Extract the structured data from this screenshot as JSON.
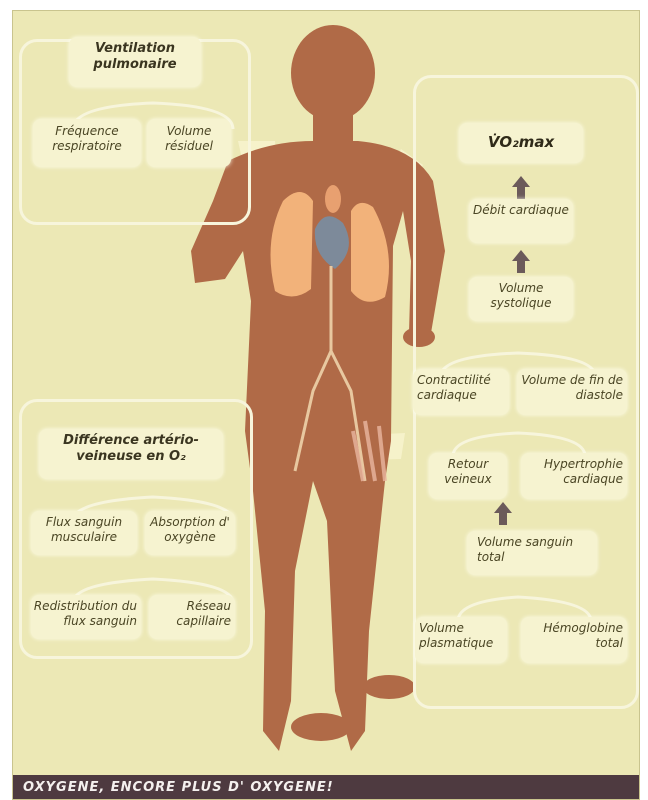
{
  "pulmonary": {
    "title": "Ventilation pulmonaire",
    "left": "Fréquence respiratoire",
    "right": "Volume résiduel"
  },
  "cardiac_chain": {
    "vo2": "V̇O₂max",
    "debit": "Débit cardiaque",
    "systolique": "Volume systolique",
    "contractilite": "Contractilité cardiaque",
    "fin_diastole": "Volume de fin de diastole",
    "retour": "Retour veineux",
    "hypertrophie": "Hypertrophie cardiaque",
    "sanguin_total": "Volume sanguin total",
    "plasmatique": "Volume plasmatique",
    "hemoglobine": "Hémoglobine total"
  },
  "av_difference": {
    "title": "Différence artério-veineuse en O₂",
    "flux": "Flux sanguin musculaire",
    "absorption": "Absorption d' oxygène",
    "redistribution": "Redistribution du flux sanguin",
    "reseau": "Réseau capillaire"
  },
  "banner": "OXYGENE, ENCORE PLUS D' OXYGENE!",
  "colors": {
    "background": "#ece8b5",
    "body": "#b06a47",
    "lungs": "#f2b27a",
    "banner": "#4e3a40"
  },
  "icons": [
    "up-arrow-icon",
    "human-silhouette",
    "lungs",
    "heart"
  ]
}
